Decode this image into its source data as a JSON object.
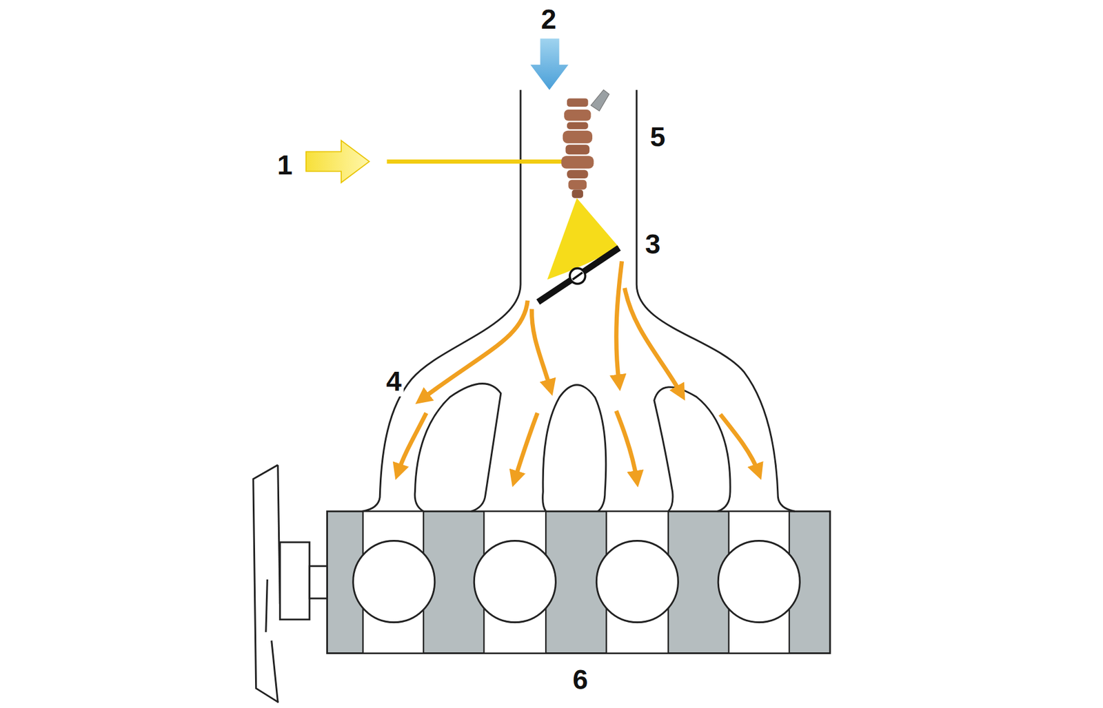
{
  "diagram": {
    "labels": [
      "2",
      "5",
      "1",
      "3",
      "4",
      "6"
    ]
  }
}
